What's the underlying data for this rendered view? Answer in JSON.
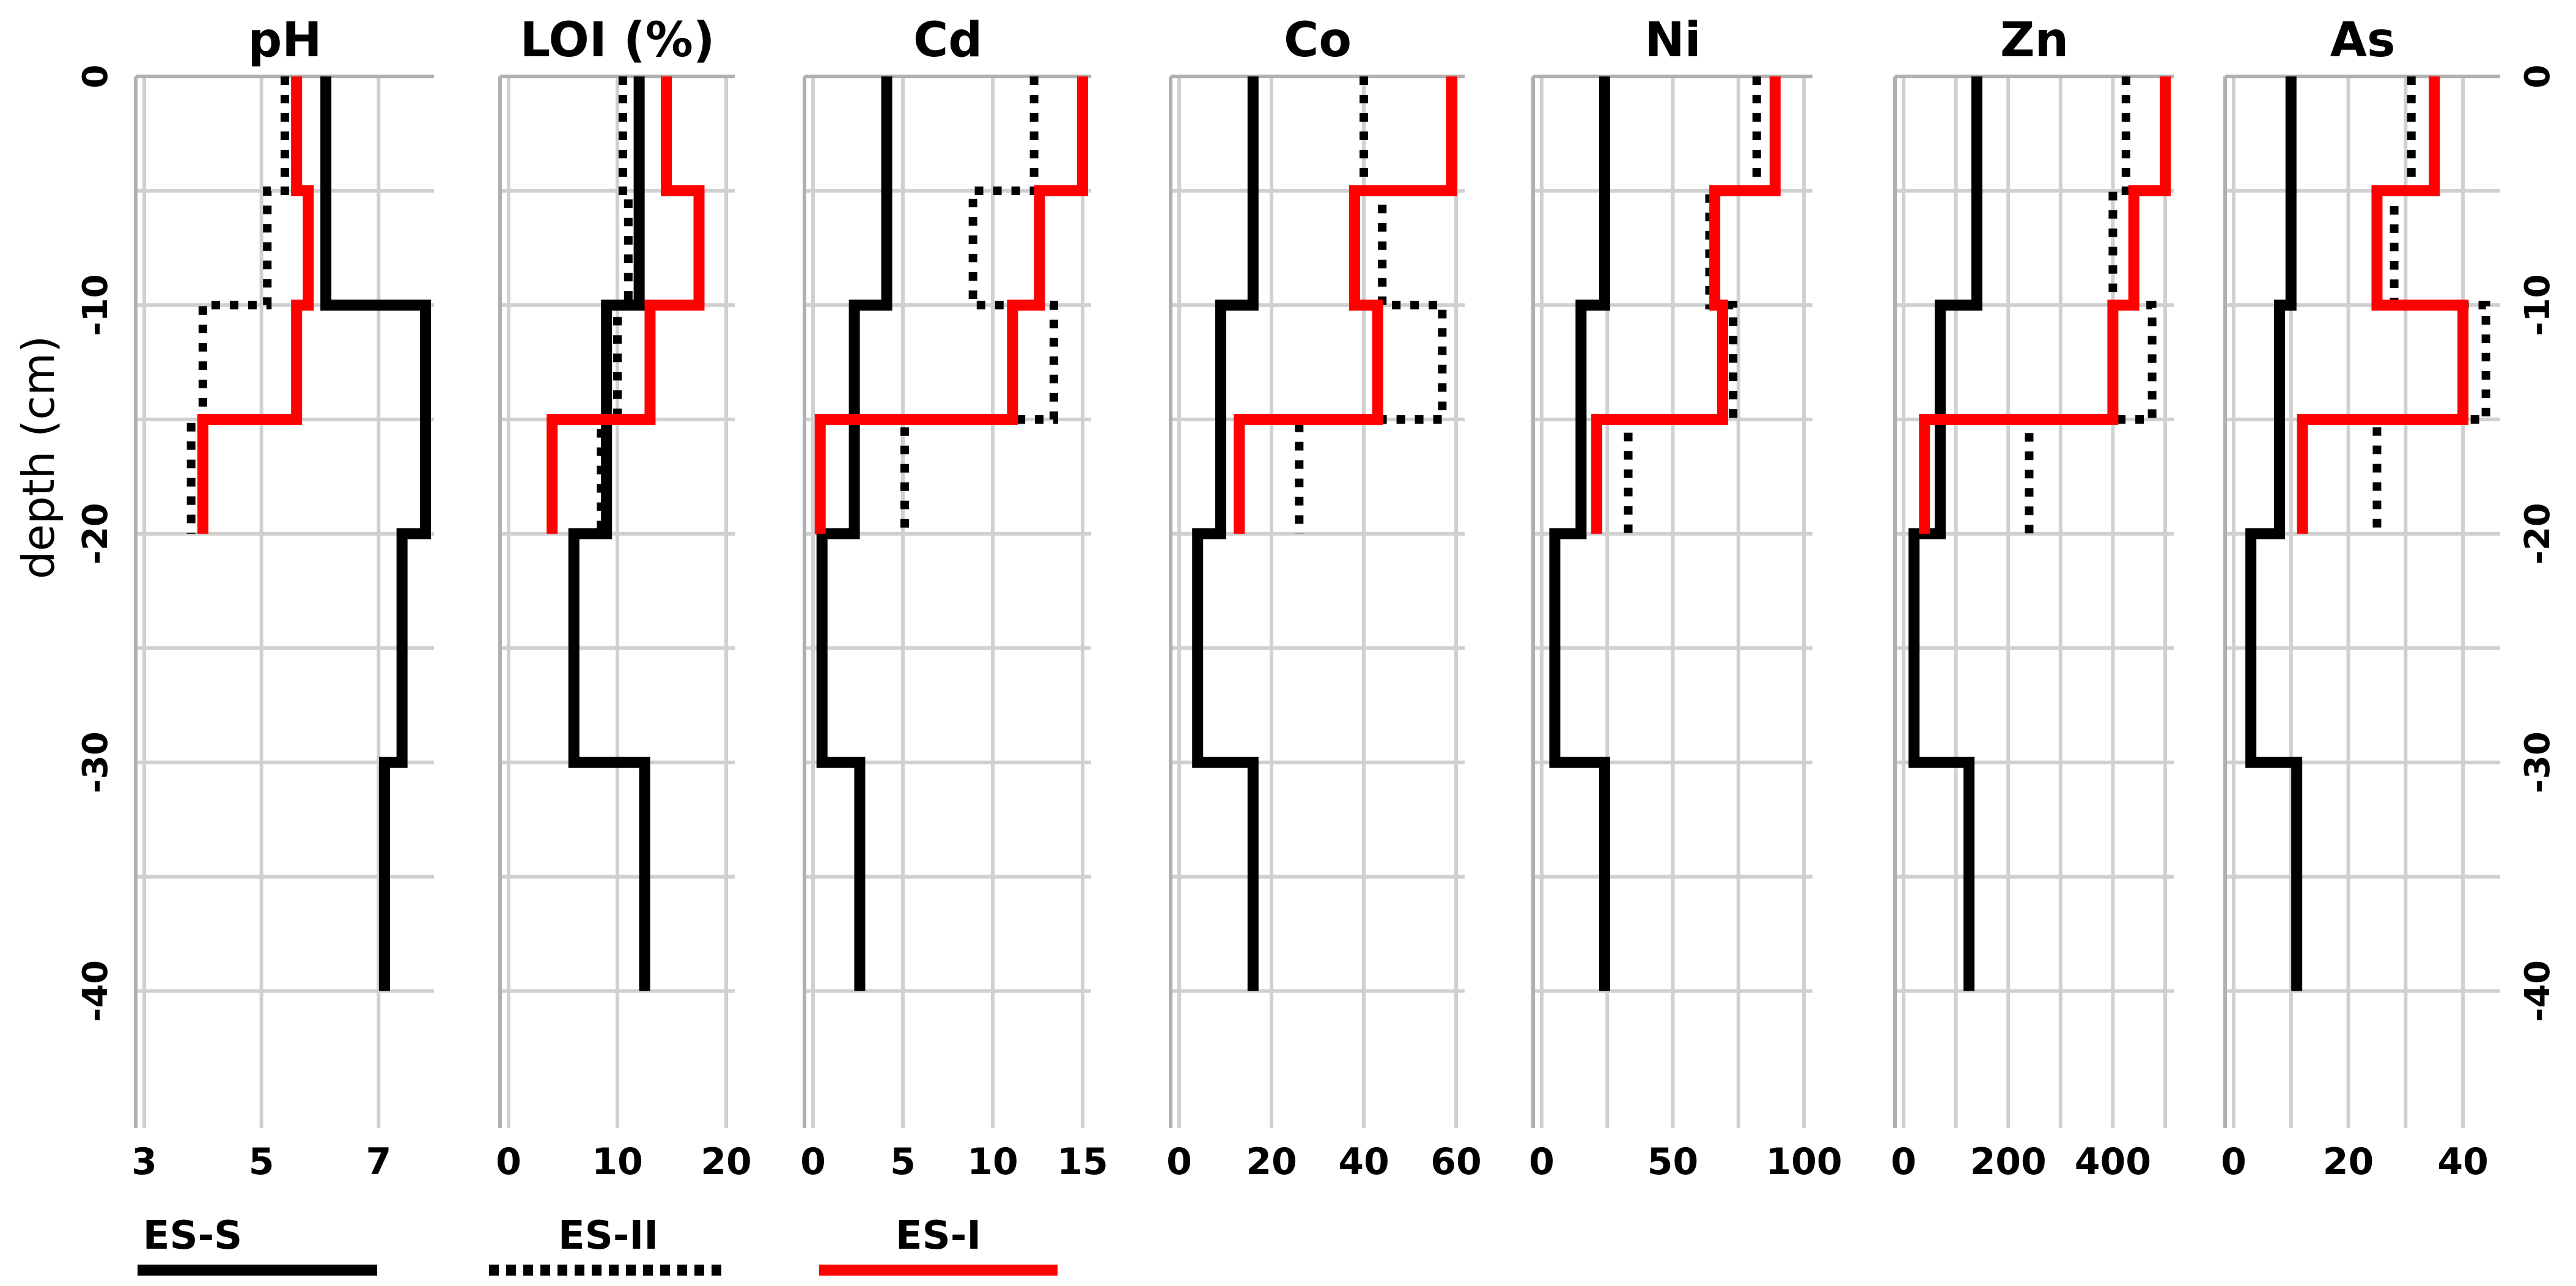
{
  "chart_data": {
    "type": "line",
    "ylabel": "depth (cm)",
    "y_ticks": [
      0,
      -10,
      -20,
      -30,
      -40
    ],
    "ylim": [
      -46,
      0
    ],
    "legend": [
      {
        "name": "ES-S",
        "color": "#000000",
        "style": "solid"
      },
      {
        "name": "ES-II",
        "color": "#000000",
        "style": "dotted"
      },
      {
        "name": "ES-I",
        "color": "#ff0000",
        "style": "solid"
      }
    ],
    "panels": [
      {
        "title": "pH",
        "xlim": [
          3,
          7.8
        ],
        "x_ticks": [
          3,
          5,
          7
        ],
        "x_grid": [
          3,
          5,
          7
        ],
        "series": [
          {
            "name": "ES-S",
            "steps": [
              {
                "top": 0,
                "bottom": -10,
                "value": 6.1
              },
              {
                "top": -10,
                "bottom": -20,
                "value": 7.8
              },
              {
                "top": -20,
                "bottom": -30,
                "value": 7.4
              },
              {
                "top": -30,
                "bottom": -40,
                "value": 7.1
              }
            ]
          },
          {
            "name": "ES-II",
            "steps": [
              {
                "top": 0,
                "bottom": -5,
                "value": 5.4
              },
              {
                "top": -5,
                "bottom": -10,
                "value": 5.1
              },
              {
                "top": -10,
                "bottom": -15,
                "value": 4.0
              },
              {
                "top": -15,
                "bottom": -20,
                "value": 3.8
              }
            ]
          },
          {
            "name": "ES-I",
            "steps": [
              {
                "top": 0,
                "bottom": -5,
                "value": 5.6
              },
              {
                "top": -5,
                "bottom": -10,
                "value": 5.8
              },
              {
                "top": -10,
                "bottom": -15,
                "value": 5.6
              },
              {
                "top": -15,
                "bottom": -20,
                "value": 4.0
              }
            ]
          }
        ]
      },
      {
        "title": "LOI (%)",
        "xlim": [
          0,
          20
        ],
        "x_ticks": [
          0,
          10,
          20
        ],
        "x_grid": [
          0,
          10,
          20
        ],
        "series": [
          {
            "name": "ES-S",
            "steps": [
              {
                "top": 0,
                "bottom": -10,
                "value": 12
              },
              {
                "top": -10,
                "bottom": -20,
                "value": 9
              },
              {
                "top": -20,
                "bottom": -30,
                "value": 6
              },
              {
                "top": -30,
                "bottom": -40,
                "value": 12.5
              }
            ]
          },
          {
            "name": "ES-II",
            "steps": [
              {
                "top": 0,
                "bottom": -5,
                "value": 10.5
              },
              {
                "top": -5,
                "bottom": -10,
                "value": 11
              },
              {
                "top": -10,
                "bottom": -15,
                "value": 10
              },
              {
                "top": -15,
                "bottom": -20,
                "value": 8.5
              }
            ]
          },
          {
            "name": "ES-I",
            "steps": [
              {
                "top": 0,
                "bottom": -5,
                "value": 14.5
              },
              {
                "top": -5,
                "bottom": -10,
                "value": 17.5
              },
              {
                "top": -10,
                "bottom": -15,
                "value": 13
              },
              {
                "top": -15,
                "bottom": -20,
                "value": 4
              }
            ]
          }
        ]
      },
      {
        "title": "Cd",
        "xlim": [
          0,
          15
        ],
        "x_ticks": [
          0,
          5,
          10,
          15
        ],
        "x_grid": [
          0,
          5,
          10,
          15
        ],
        "series": [
          {
            "name": "ES-S",
            "steps": [
              {
                "top": 0,
                "bottom": -10,
                "value": 4.1
              },
              {
                "top": -10,
                "bottom": -20,
                "value": 2.3
              },
              {
                "top": -20,
                "bottom": -30,
                "value": 0.5
              },
              {
                "top": -30,
                "bottom": -40,
                "value": 2.6
              }
            ]
          },
          {
            "name": "ES-II",
            "steps": [
              {
                "top": 0,
                "bottom": -5,
                "value": 12.3
              },
              {
                "top": -5,
                "bottom": -10,
                "value": 8.9
              },
              {
                "top": -10,
                "bottom": -15,
                "value": 13.4
              },
              {
                "top": -15,
                "bottom": -20,
                "value": 5.1
              }
            ]
          },
          {
            "name": "ES-I",
            "steps": [
              {
                "top": 0,
                "bottom": -5,
                "value": 15
              },
              {
                "top": -5,
                "bottom": -10,
                "value": 12.6
              },
              {
                "top": -10,
                "bottom": -15,
                "value": 11.1
              },
              {
                "top": -15,
                "bottom": -20,
                "value": 0.4
              }
            ]
          }
        ]
      },
      {
        "title": "Co",
        "xlim": [
          0,
          60
        ],
        "x_ticks": [
          0,
          20,
          40,
          60
        ],
        "x_grid": [
          0,
          20,
          40,
          60
        ],
        "series": [
          {
            "name": "ES-S",
            "steps": [
              {
                "top": 0,
                "bottom": -10,
                "value": 16
              },
              {
                "top": -10,
                "bottom": -20,
                "value": 9
              },
              {
                "top": -20,
                "bottom": -30,
                "value": 4
              },
              {
                "top": -30,
                "bottom": -40,
                "value": 16
              }
            ]
          },
          {
            "name": "ES-II",
            "steps": [
              {
                "top": 0,
                "bottom": -5,
                "value": 40
              },
              {
                "top": -5,
                "bottom": -10,
                "value": 44
              },
              {
                "top": -10,
                "bottom": -15,
                "value": 57
              },
              {
                "top": -15,
                "bottom": -20,
                "value": 26
              }
            ]
          },
          {
            "name": "ES-I",
            "steps": [
              {
                "top": 0,
                "bottom": -5,
                "value": 59
              },
              {
                "top": -5,
                "bottom": -10,
                "value": 38
              },
              {
                "top": -10,
                "bottom": -15,
                "value": 43
              },
              {
                "top": -15,
                "bottom": -20,
                "value": 13
              }
            ]
          }
        ]
      },
      {
        "title": "Ni",
        "xlim": [
          0,
          100
        ],
        "x_ticks": [
          0,
          50,
          100
        ],
        "x_grid": [
          0,
          25,
          50,
          75,
          100
        ],
        "series": [
          {
            "name": "ES-S",
            "steps": [
              {
                "top": 0,
                "bottom": -10,
                "value": 24
              },
              {
                "top": -10,
                "bottom": -20,
                "value": 15
              },
              {
                "top": -20,
                "bottom": -30,
                "value": 5
              },
              {
                "top": -30,
                "bottom": -40,
                "value": 24
              }
            ]
          },
          {
            "name": "ES-II",
            "steps": [
              {
                "top": 0,
                "bottom": -5,
                "value": 82
              },
              {
                "top": -5,
                "bottom": -10,
                "value": 64
              },
              {
                "top": -10,
                "bottom": -15,
                "value": 73
              },
              {
                "top": -15,
                "bottom": -20,
                "value": 33
              }
            ]
          },
          {
            "name": "ES-I",
            "steps": [
              {
                "top": 0,
                "bottom": -5,
                "value": 89
              },
              {
                "top": -5,
                "bottom": -10,
                "value": 66
              },
              {
                "top": -10,
                "bottom": -15,
                "value": 69
              },
              {
                "top": -15,
                "bottom": -20,
                "value": 21
              }
            ]
          }
        ]
      },
      {
        "title": "Zn",
        "xlim": [
          0,
          500
        ],
        "x_ticks": [
          0,
          200,
          400
        ],
        "x_grid": [
          0,
          100,
          200,
          300,
          400,
          500
        ],
        "series": [
          {
            "name": "ES-S",
            "steps": [
              {
                "top": 0,
                "bottom": -10,
                "value": 140
              },
              {
                "top": -10,
                "bottom": -20,
                "value": 70
              },
              {
                "top": -20,
                "bottom": -30,
                "value": 20
              },
              {
                "top": -30,
                "bottom": -40,
                "value": 125
              }
            ]
          },
          {
            "name": "ES-II",
            "steps": [
              {
                "top": 0,
                "bottom": -5,
                "value": 425
              },
              {
                "top": -5,
                "bottom": -10,
                "value": 400
              },
              {
                "top": -10,
                "bottom": -15,
                "value": 475
              },
              {
                "top": -15,
                "bottom": -20,
                "value": 240
              }
            ]
          },
          {
            "name": "ES-I",
            "steps": [
              {
                "top": 0,
                "bottom": -5,
                "value": 500
              },
              {
                "top": -5,
                "bottom": -10,
                "value": 440
              },
              {
                "top": -10,
                "bottom": -15,
                "value": 400
              },
              {
                "top": -15,
                "bottom": -20,
                "value": 40
              }
            ]
          }
        ]
      },
      {
        "title": "As",
        "xlim": [
          0,
          45
        ],
        "x_ticks": [
          0,
          20,
          40
        ],
        "x_grid": [
          0,
          10,
          20,
          30,
          40
        ],
        "series": [
          {
            "name": "ES-S",
            "steps": [
              {
                "top": 0,
                "bottom": -10,
                "value": 10
              },
              {
                "top": -10,
                "bottom": -20,
                "value": 8
              },
              {
                "top": -20,
                "bottom": -30,
                "value": 3
              },
              {
                "top": -30,
                "bottom": -40,
                "value": 11
              }
            ]
          },
          {
            "name": "ES-II",
            "steps": [
              {
                "top": 0,
                "bottom": -5,
                "value": 31
              },
              {
                "top": -5,
                "bottom": -10,
                "value": 28
              },
              {
                "top": -10,
                "bottom": -15,
                "value": 44
              },
              {
                "top": -15,
                "bottom": -20,
                "value": 25
              }
            ]
          },
          {
            "name": "ES-I",
            "steps": [
              {
                "top": 0,
                "bottom": -5,
                "value": 35
              },
              {
                "top": -5,
                "bottom": -10,
                "value": 25
              },
              {
                "top": -10,
                "bottom": -15,
                "value": 40
              },
              {
                "top": -15,
                "bottom": -20,
                "value": 12
              }
            ]
          }
        ]
      }
    ]
  }
}
